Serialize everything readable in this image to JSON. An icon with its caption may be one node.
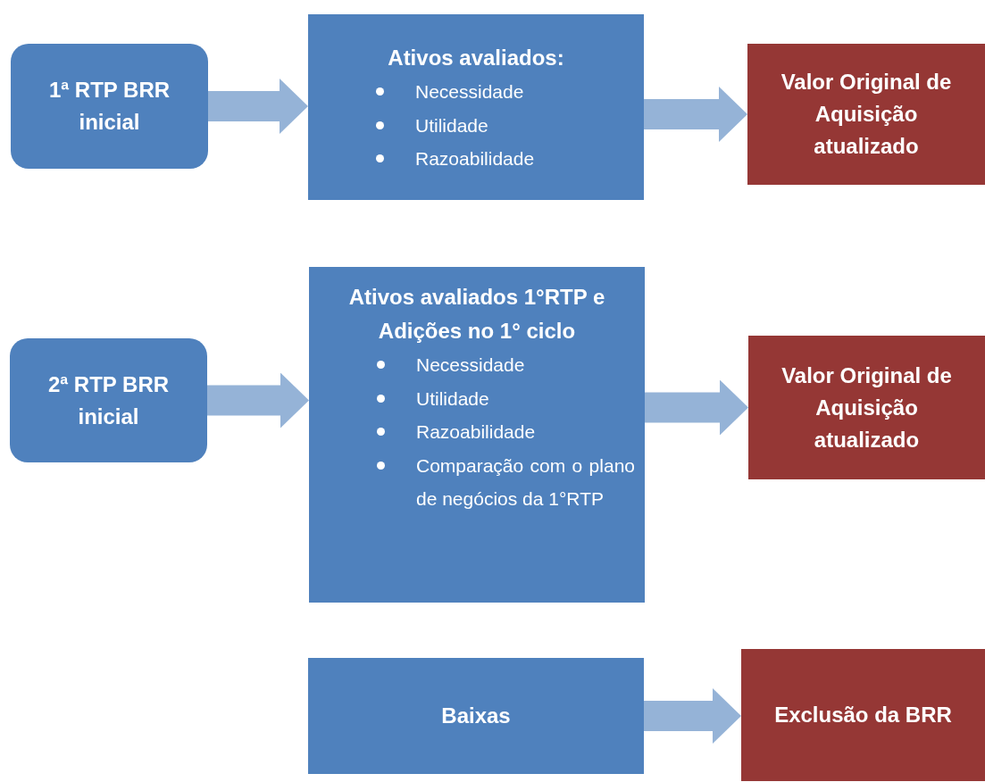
{
  "diagram": {
    "nodes": [
      {
        "text": [
          "1ª RTP BRR inicial"
        ]
      },
      {
        "text": [
          "Ativos avaliados:",
          "Necessidade",
          "Utilidade",
          "Razoabilidade"
        ]
      },
      {
        "text": [
          "Valor Original de Aquisição atualizado"
        ]
      },
      {
        "text": [
          "2ª RTP BRR inicial"
        ]
      },
      {
        "text": [
          "Ativos avaliados 1°RTP e Adições no 1° ciclo",
          "Necessidade",
          "Utilidade",
          "Razoabilidade",
          "Comparação com o plano de negócios da 1°RTP"
        ]
      },
      {
        "text": [
          "Valor Original de Aquisição atualizado"
        ]
      },
      {
        "text": [
          "Baixas"
        ]
      },
      {
        "text": [
          "Exclusão da BRR"
        ]
      }
    ],
    "edges": [
      {
        "from": 0,
        "to": 1,
        "arrow": "to"
      },
      {
        "from": 1,
        "to": 2,
        "arrow": "to"
      },
      {
        "from": 3,
        "to": 4,
        "arrow": "to"
      },
      {
        "from": 4,
        "to": 5,
        "arrow": "to"
      },
      {
        "from": 6,
        "to": 7,
        "arrow": "to"
      }
    ]
  }
}
